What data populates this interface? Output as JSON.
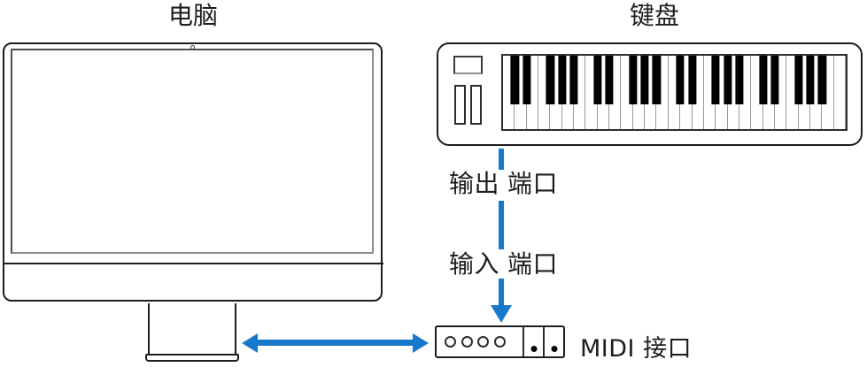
{
  "computer": {
    "title": "电脑"
  },
  "keyboard": {
    "title": "键盘",
    "white_key_count": 29,
    "black_key_octave_positions": [
      0,
      1,
      3,
      4,
      5
    ],
    "wheel_count": 2
  },
  "connections": {
    "output_port_label_parts": [
      "输出",
      "端口"
    ],
    "input_port_label_parts": [
      "输入",
      "端口"
    ],
    "midi_interface_label": "MIDI 接口"
  },
  "midi_interface": {
    "port_circle_count": 4,
    "indicator_dot_count": 2
  },
  "colors": {
    "cable_blue": "#1779cb",
    "stroke_dark": "#1d1d1f",
    "stroke_gray": "#8e8e8e"
  }
}
